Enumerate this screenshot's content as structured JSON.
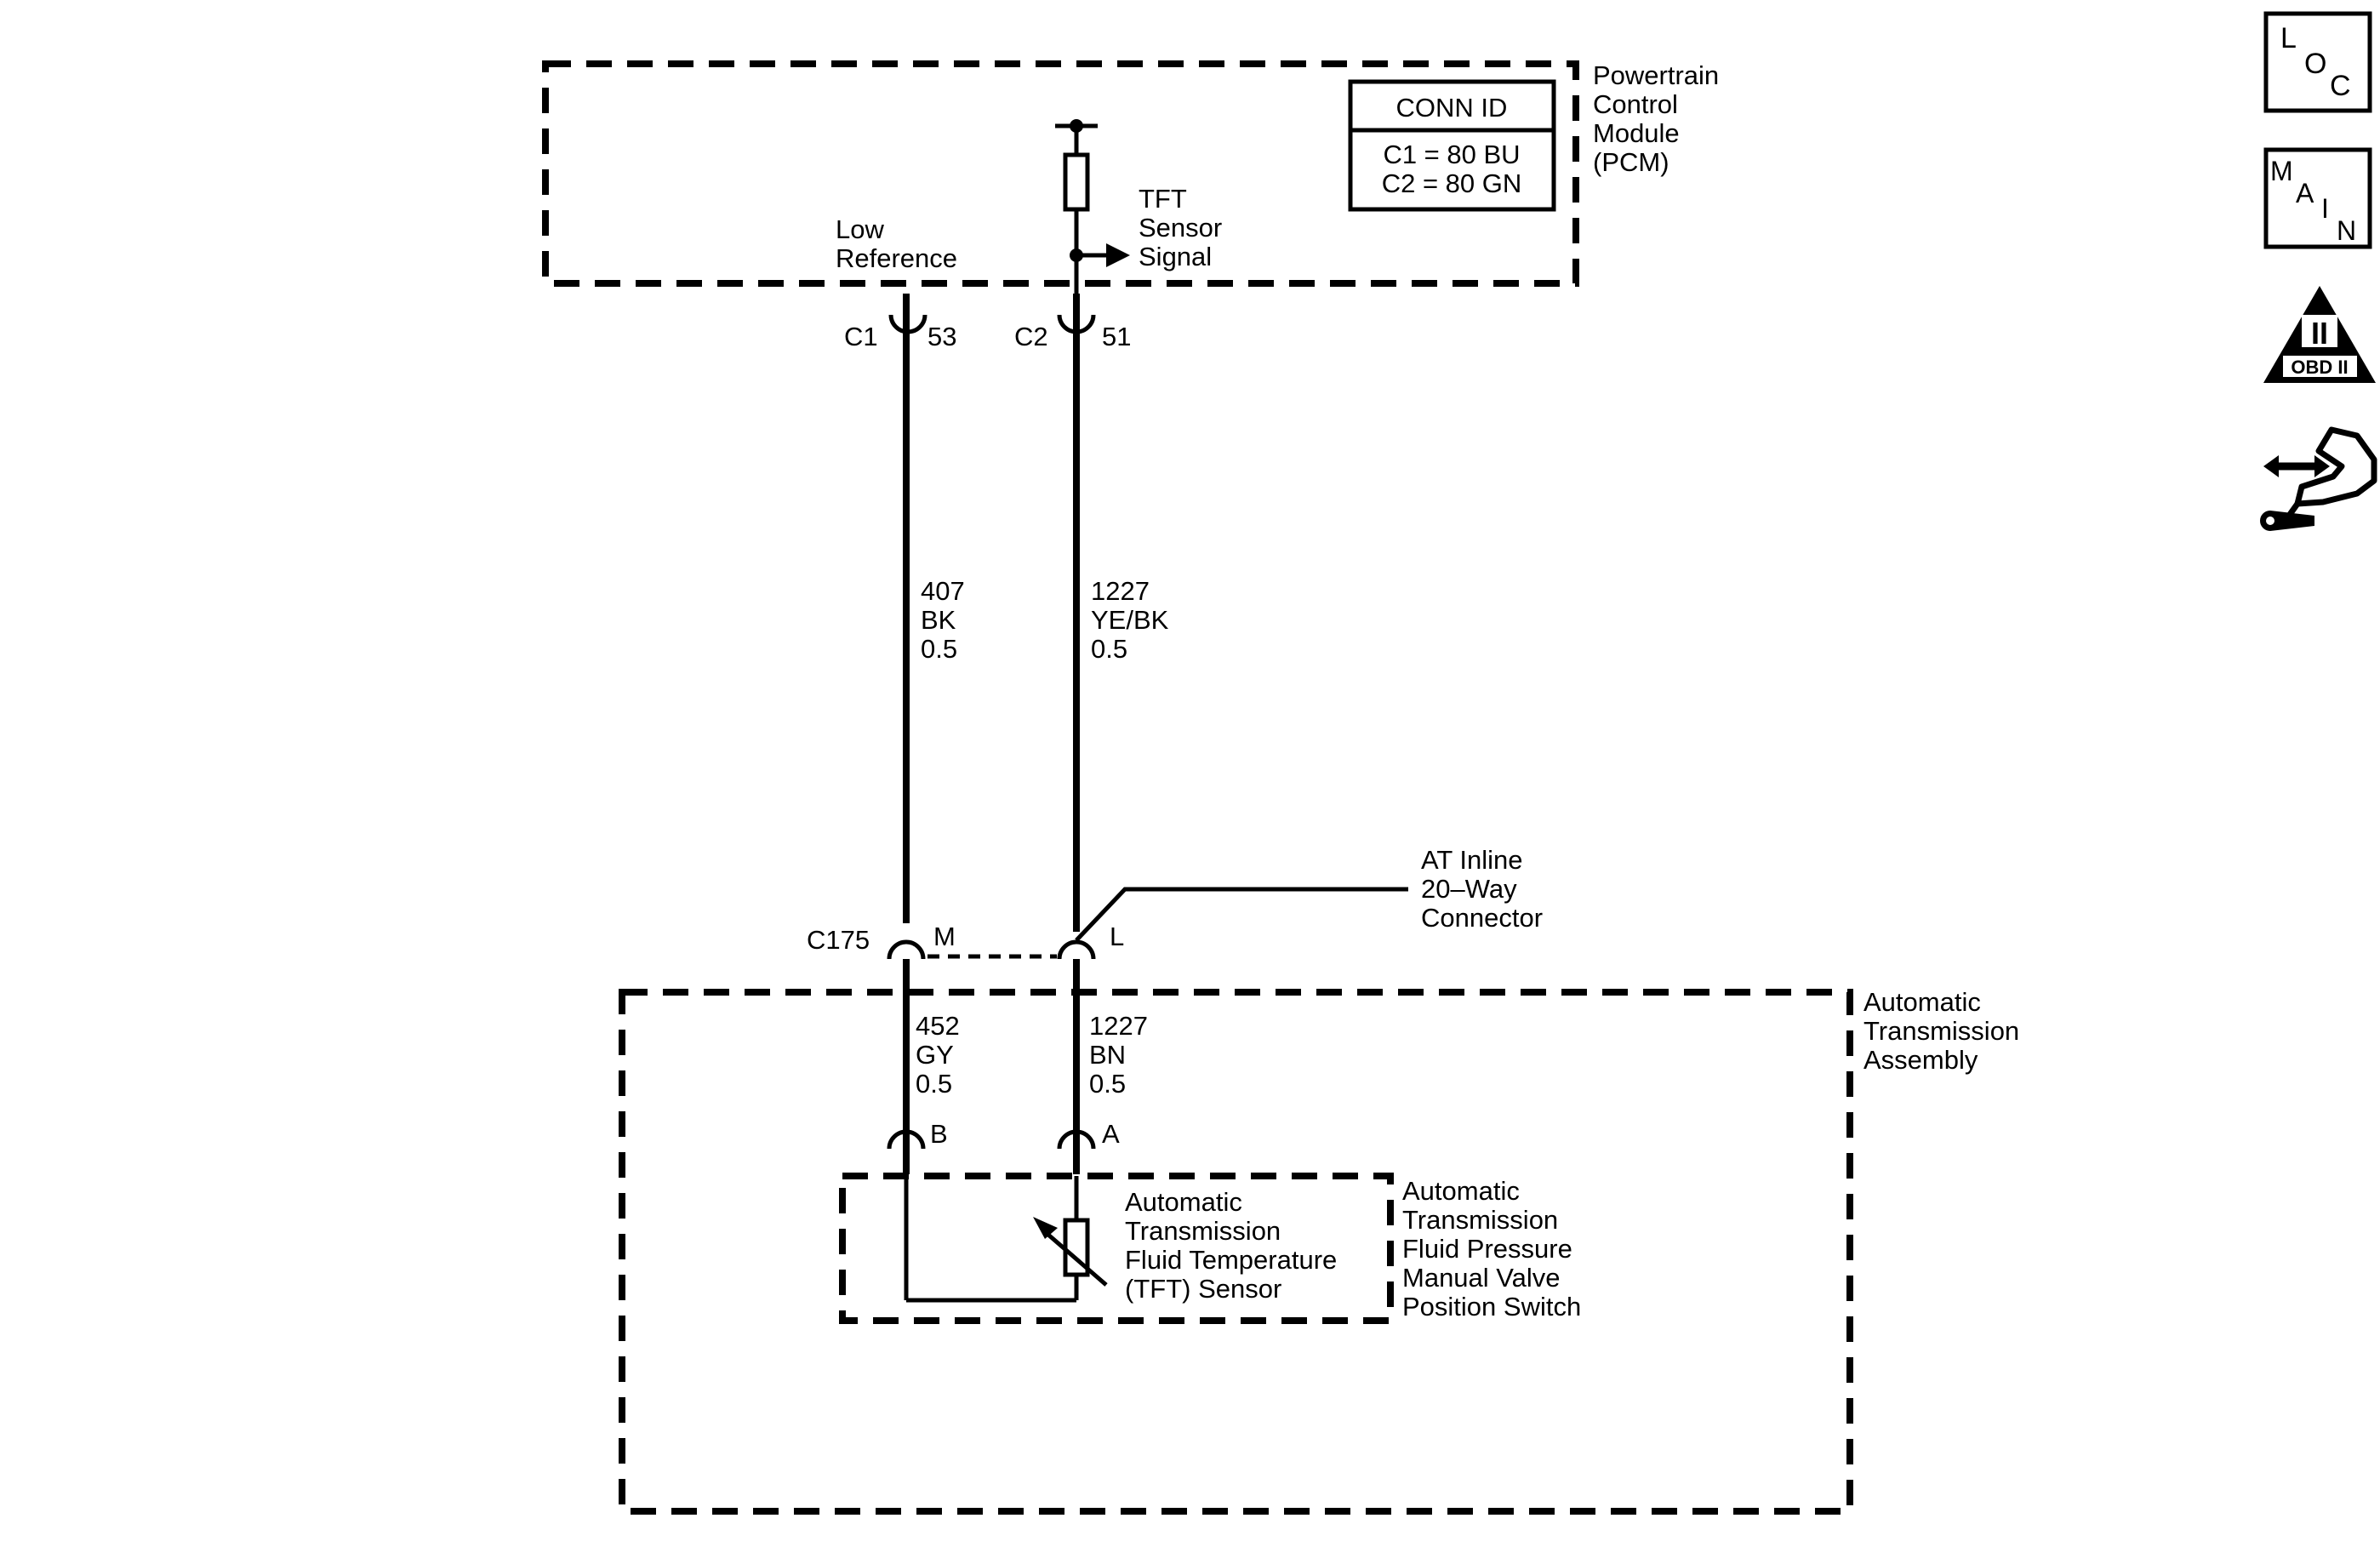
{
  "pcm": {
    "label": [
      "Powertrain",
      "Control",
      "Module",
      "(PCM)"
    ],
    "conn_id": {
      "title": "CONN ID",
      "c1": "C1 = 80 BU",
      "c2": "C2 = 80 GN"
    },
    "low_ref": [
      "Low",
      "Reference"
    ],
    "tft_signal": [
      "TFT",
      "Sensor",
      "Signal"
    ]
  },
  "pins": {
    "c1": "C1",
    "p53": "53",
    "c2": "C2",
    "p51": "51",
    "c175": "C175",
    "m": "M",
    "l": "L",
    "b": "B",
    "a": "A"
  },
  "wires": {
    "w1": [
      "407",
      "BK",
      "0.5"
    ],
    "w2": [
      "1227",
      "YE/BK",
      "0.5"
    ],
    "w3": [
      "452",
      "GY",
      "0.5"
    ],
    "w4": [
      "1227",
      "BN",
      "0.5"
    ]
  },
  "inline_connector": [
    "AT Inline",
    "20–Way",
    "Connector"
  ],
  "transmission": [
    "Automatic",
    "Transmission",
    "Assembly"
  ],
  "tft_sensor": [
    "Automatic",
    "Transmission",
    "Fluid Temperature",
    "(TFT) Sensor"
  ],
  "pressure_switch": [
    "Automatic",
    "Transmission",
    "Fluid Pressure",
    "Manual Valve",
    "Position Switch"
  ],
  "side_icons": {
    "loc": [
      "L",
      "O",
      "C"
    ],
    "main": [
      "M",
      "A",
      "I",
      "N"
    ],
    "obd_numeral": "II",
    "obd_text": "OBD II"
  }
}
